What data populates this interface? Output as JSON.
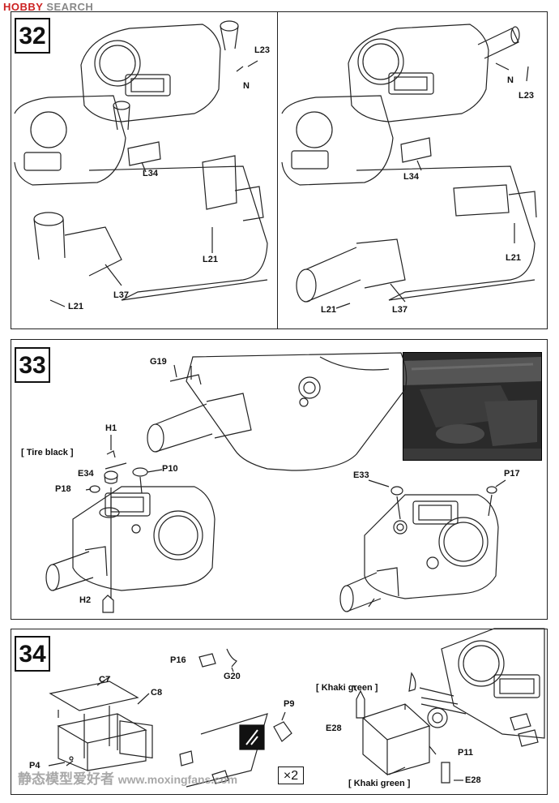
{
  "header": {
    "logo_text": "HOBBY",
    "logo_text2": "SEARCH"
  },
  "steps": [
    {
      "number": "32",
      "left_labels": {
        "l23": "L23",
        "n": "N",
        "l34": "L34",
        "l21a": "L21",
        "l21b": "L21",
        "l37": "L37"
      },
      "right_labels": {
        "n": "N",
        "l23": "L23",
        "l34": "L34",
        "l21a": "L21",
        "l21b": "L21",
        "l37": "L37"
      }
    },
    {
      "number": "33",
      "labels": {
        "g19": "G19",
        "h1": "H1",
        "tire": "[ Tire black ]",
        "e34": "E34",
        "p10": "P10",
        "p18": "P18",
        "h2": "H2",
        "e33": "E33",
        "p17": "P17"
      }
    },
    {
      "number": "34",
      "labels": {
        "c7": "C7",
        "c8": "C8",
        "p4": "P4",
        "p16": "P16",
        "g20": "G20",
        "p9": "P9",
        "x2": "×2",
        "khaki1": "[ Khaki green ]",
        "e28a": "E28",
        "p11": "P11",
        "khaki2": "[ Khaki green ]",
        "e28b": "E28"
      }
    }
  ],
  "watermark": {
    "text": "静态模型爱好者",
    "url": "www.moxingfans.com"
  }
}
